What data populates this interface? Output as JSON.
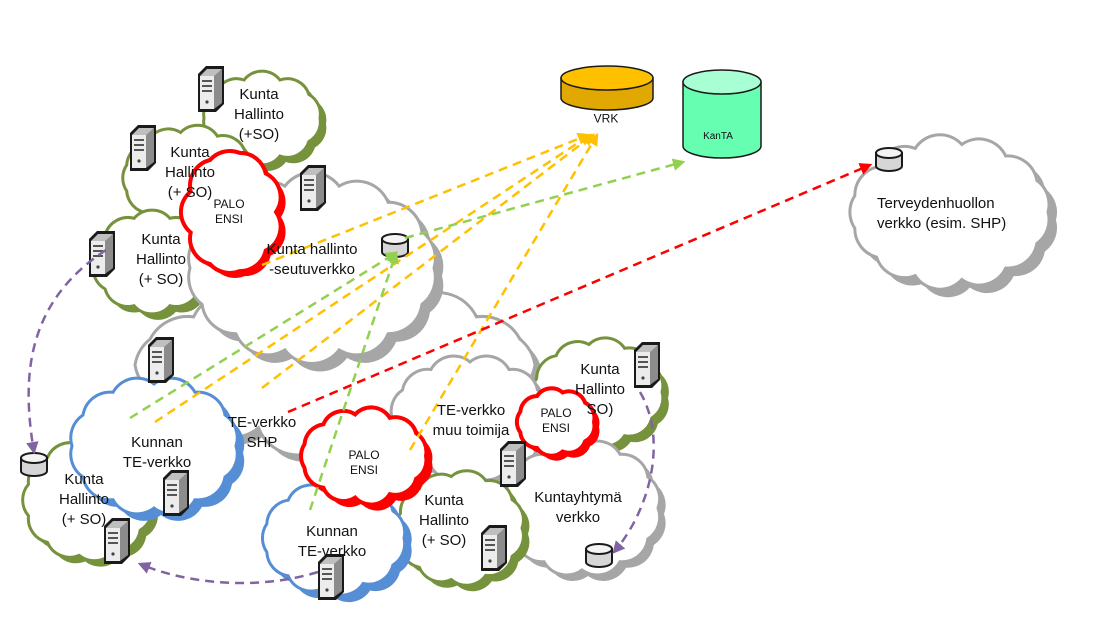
{
  "colors": {
    "green_cloud": "#76923c",
    "grey_cloud": "#a6a6a6",
    "blue_cloud": "#558ed5",
    "red_cloud": "#ff0000",
    "purple_arrow": "#8064a2",
    "orange_arrow": "#ffc000",
    "lightgreen_arrow": "#92d050",
    "red_arrow": "#ff0000",
    "vrk_fill": "#ffc000",
    "kanta_fill": "#66ffb2"
  },
  "icons": [
    "server-icon",
    "database-icon"
  ],
  "databases": {
    "vrk": {
      "label": "VRK"
    },
    "kanta": {
      "label": "KanTA"
    }
  },
  "clouds": {
    "hallinto_top": [
      "Kunta",
      "Hallinto",
      "(+SO)"
    ],
    "hallinto_2": [
      "Kunta",
      "Hallinto",
      "(+ SO)"
    ],
    "hallinto_3": [
      "Kunta",
      "Hallinto",
      "(+ SO)"
    ],
    "seutu": [
      "Kunta hallinto",
      "-seutuverkko"
    ],
    "palo_top": [
      "PALO",
      "ENSI"
    ],
    "terveys": [
      "Terveydenhuollon",
      "verkko (esim. SHP)"
    ],
    "kunnan_te_1": [
      "Kunnan",
      "TE-verkko"
    ],
    "te_shp": [
      "TE-verkko",
      "SHP"
    ],
    "palo_mid": [
      "PALO",
      "ENSI"
    ],
    "te_muu": [
      "TE-verkko",
      "muu toimija"
    ],
    "palo_right": [
      "PALO",
      "ENSI"
    ],
    "hallinto_right": [
      "Kunta",
      "Hallinto",
      "SO)"
    ],
    "hallinto_left": [
      "Kunta",
      "Hallinto",
      "(+ SO)"
    ],
    "kunnan_te_2": [
      "Kunnan",
      "TE-verkko"
    ],
    "hallinto_bottom": [
      "Kunta",
      "Hallinto",
      "(+ SO)"
    ],
    "kuntayhtyma": [
      "Kuntayhtymä",
      "verkko"
    ]
  }
}
